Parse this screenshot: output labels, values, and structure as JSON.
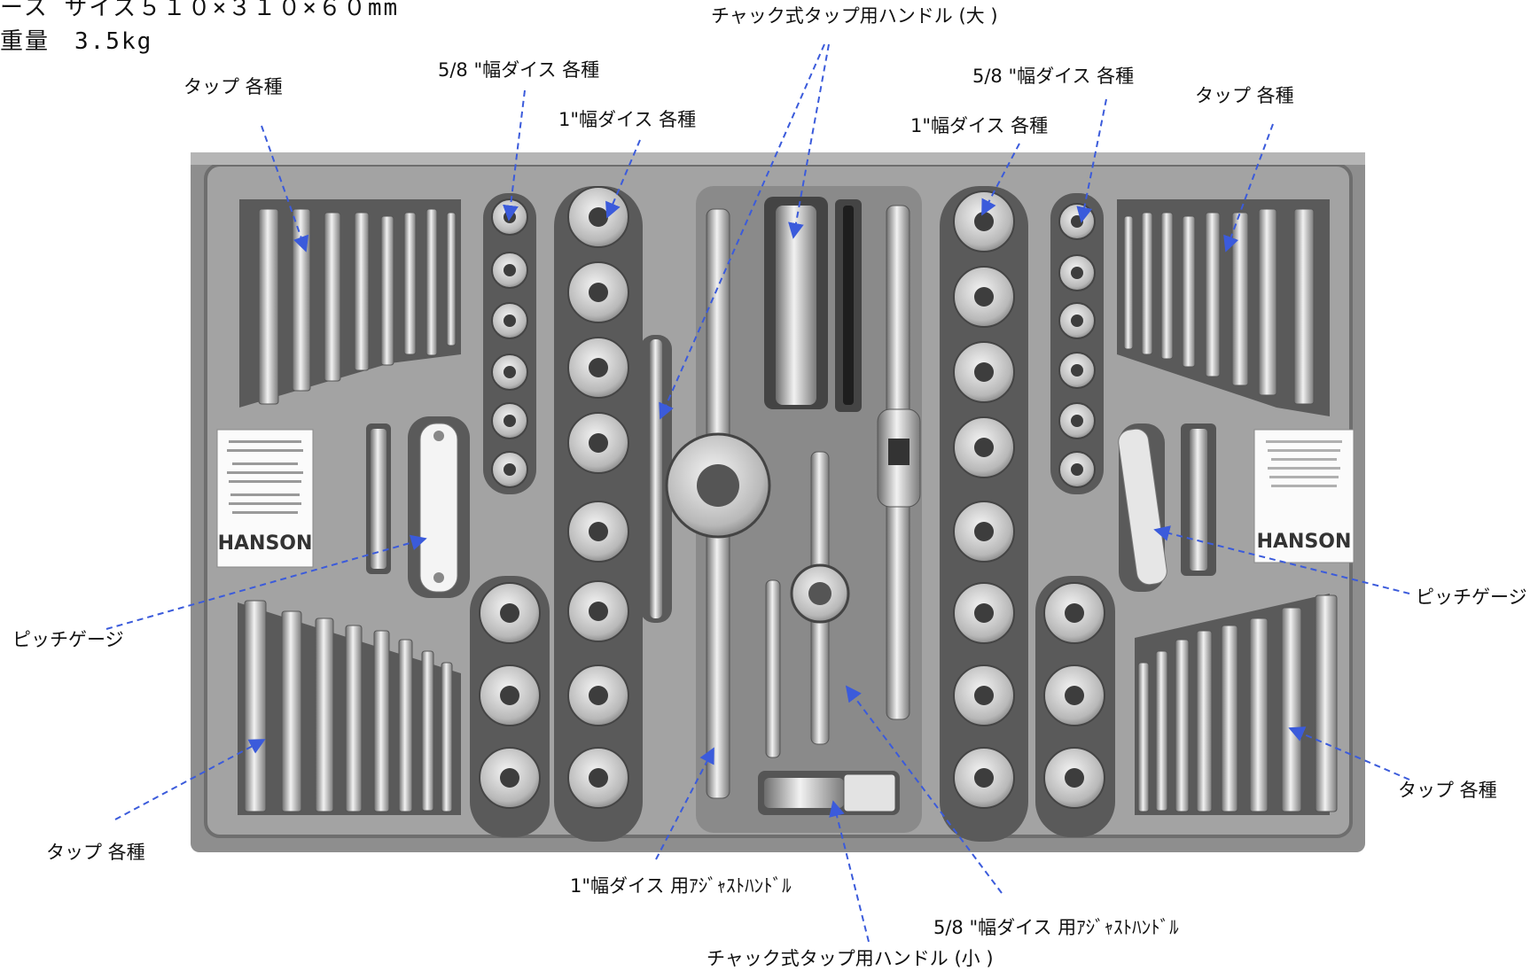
{
  "specs": {
    "size": "ース サイズ５１０×３１０×６０mm",
    "weight": "重量　3.5kg"
  },
  "labels": {
    "tap_top_left": "タップ 各種",
    "die58_left": "5/8 \"幅ダイス 各種",
    "die1_left": "1\"幅ダイス 各種",
    "chuck_handle_large": "チャック式タップ用ハンドル (大 )",
    "die58_right": "5/8 \"幅ダイス 各種",
    "die1_right": "1\"幅ダイス 各種",
    "tap_top_right": "タップ 各種",
    "pitch_gauge_left": "ピッチゲージ",
    "pitch_gauge_right": "ピッチゲージ",
    "tap_bottom_left": "タップ 各種",
    "tap_bottom_right": "タップ 各種",
    "die1_handle": "1\"幅ダイス 用ｱｼﾞｬｽﾄﾊﾝﾄﾞﾙ",
    "die58_handle": "5/8 \"幅ダイス 用ｱｼﾞｬｽﾄﾊﾝﾄﾞﾙ",
    "chuck_handle_small": "チャック式タップ用ハンドル (小 )"
  },
  "brand": {
    "left": "HANSON",
    "right": "HANSON"
  },
  "colors": {
    "arrow": "#3b5bdb",
    "tray": "#9a9a9a",
    "tray_dark": "#5c5c5c"
  }
}
